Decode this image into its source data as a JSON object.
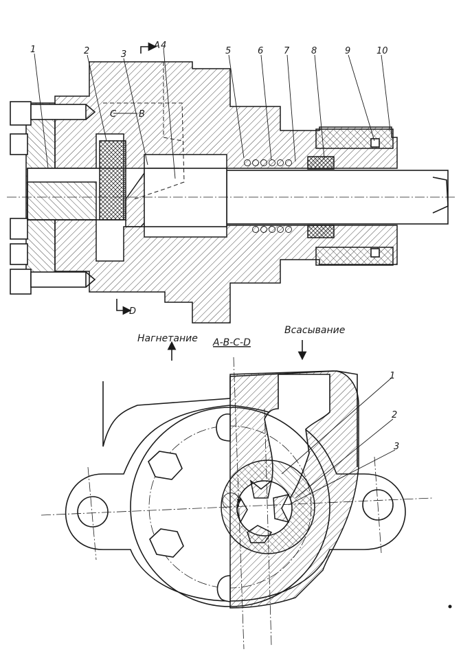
{
  "top_view": {
    "part_numbers": [
      "1",
      "2",
      "3",
      "4",
      "5",
      "6",
      "7",
      "8",
      "9",
      "10"
    ],
    "section_marks": {
      "a": "A",
      "b": "B",
      "c": "C",
      "d": "D"
    }
  },
  "bottom_view": {
    "discharge_label": "Нагнетание",
    "suction_label": "Всасывание",
    "section_label": "А-В-С-D",
    "part_numbers": [
      "1",
      "2",
      "3"
    ]
  }
}
